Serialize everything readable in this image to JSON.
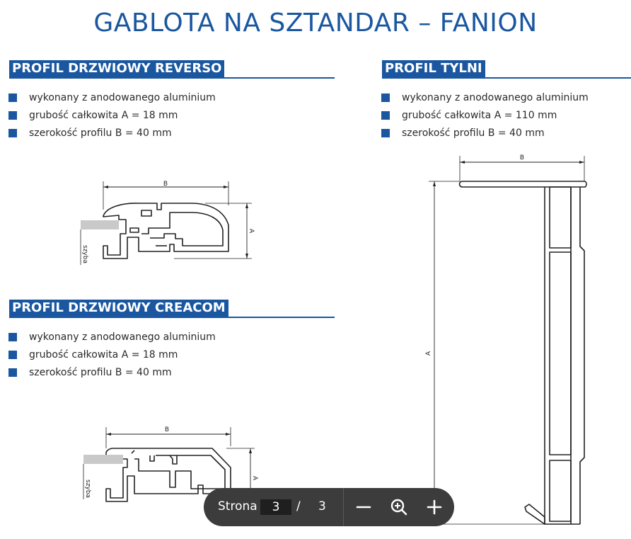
{
  "title": "GABLOTA NA SZTANDAR – FANION",
  "sections": [
    {
      "heading": "PROFIL DRZWIOWY REVERSO",
      "bullets": [
        "wykonany z anodowanego aluminium",
        "grubość całkowita A = 18 mm",
        "szerokość profilu B = 40 mm"
      ]
    },
    {
      "heading": "PROFIL TYLNI",
      "bullets": [
        "wykonany z anodowanego aluminium",
        "grubość całkowita A = 110 mm",
        "szerokość profilu B = 40 mm"
      ]
    },
    {
      "heading": "PROFIL DRZWIOWY CREACOM",
      "bullets": [
        "wykonany z anodowanego aluminium",
        "grubość całkowita A = 18 mm",
        "szerokość profilu B = 40 mm"
      ]
    }
  ],
  "diagram_labels": {
    "a": "A",
    "b": "B",
    "glass": "szyba"
  },
  "toolbar": {
    "page_label": "Strona",
    "current_page": "3",
    "separator": "/",
    "total_pages": "3"
  },
  "icons": {
    "zoom_out": "minus-icon",
    "zoom": "zoom-magnifier-icon",
    "zoom_in": "plus-icon"
  },
  "colors": {
    "accent": "#1a57a0",
    "toolbar_bg": "#3c3c3c"
  }
}
